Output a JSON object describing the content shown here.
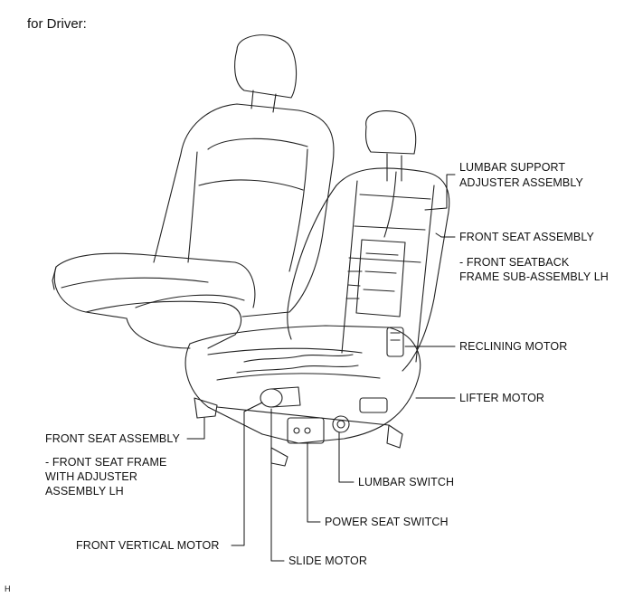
{
  "title": "for Driver:",
  "labels": {
    "lumbar_support_1": "LUMBAR SUPPORT",
    "lumbar_support_2": "ADJUSTER ASSEMBLY",
    "front_seat_assembly_right": "FRONT SEAT ASSEMBLY",
    "seatback_frame_1": "- FRONT SEATBACK",
    "seatback_frame_2": "FRAME SUB-ASSEMBLY LH",
    "reclining_motor": "RECLINING MOTOR",
    "lifter_motor": "LIFTER MOTOR",
    "front_seat_assembly_left": "FRONT SEAT ASSEMBLY",
    "seat_frame_1": "- FRONT SEAT FRAME",
    "seat_frame_2": "WITH ADJUSTER",
    "seat_frame_3": "ASSEMBLY LH",
    "lumbar_switch": "LUMBAR SWITCH",
    "power_seat_switch": "POWER SEAT SWITCH",
    "front_vertical_motor": "FRONT VERTICAL MOTOR",
    "slide_motor": "SLIDE MOTOR"
  },
  "figure_ref": "H"
}
